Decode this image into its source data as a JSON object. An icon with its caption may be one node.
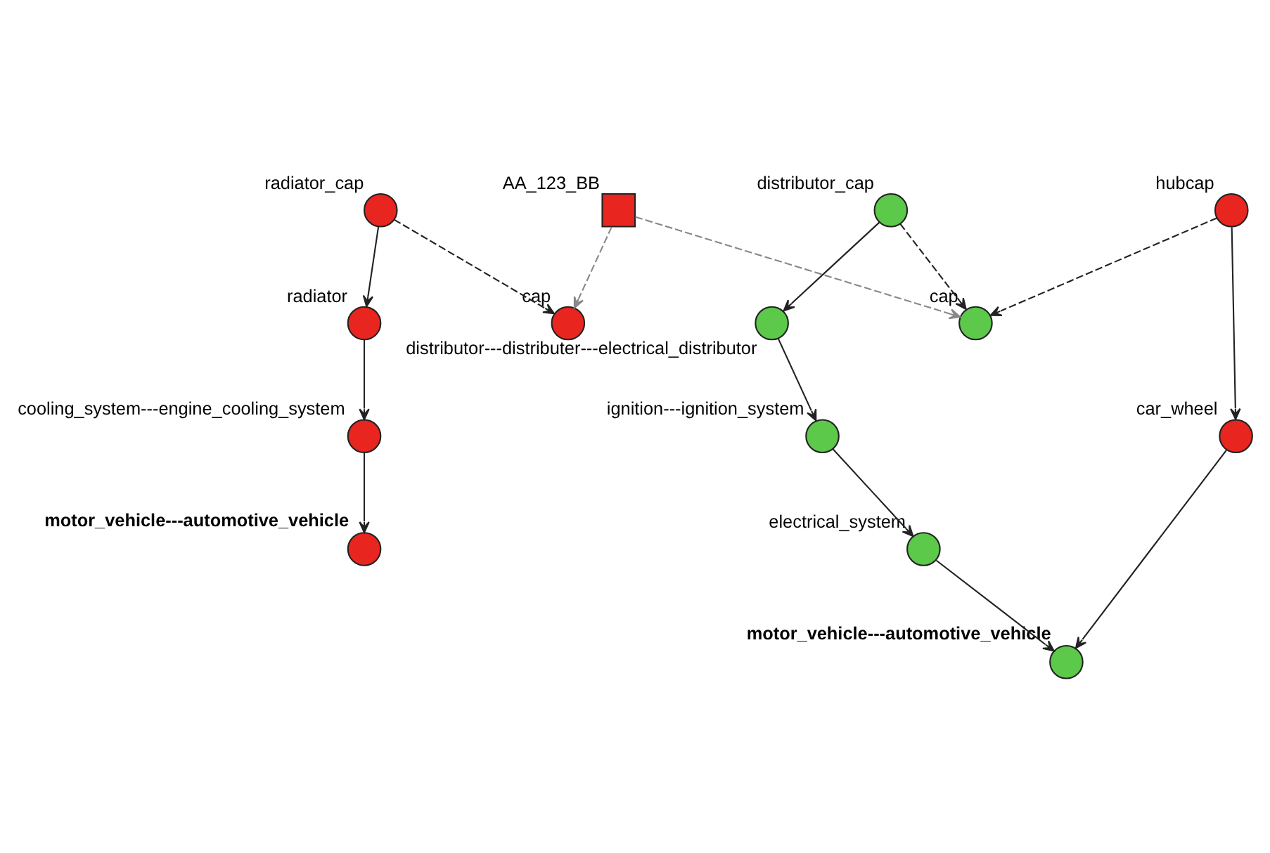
{
  "diagram": {
    "nodes": [
      {
        "text": [],
        "shape": "box",
        "beside": [
          "AA_123_BB"
        ]
      },
      {
        "text": [],
        "shape": "circle",
        "beside": [
          "cap"
        ]
      },
      {
        "text": [],
        "shape": "circle",
        "beside": [
          "radiator_cap"
        ]
      },
      {
        "text": [],
        "shape": "circle",
        "beside": [
          "radiator"
        ]
      },
      {
        "text": [],
        "shape": "circle",
        "beside": [
          "cooling_system---engine_cooling_system"
        ]
      },
      {
        "text": [],
        "shape": "circle",
        "beside": [
          "motor_vehicle---automotive_vehicle"
        ]
      },
      {
        "text": [],
        "shape": "circle",
        "beside": [
          "cap"
        ]
      },
      {
        "text": [],
        "shape": "circle",
        "beside": [
          "distributor_cap"
        ]
      },
      {
        "text": [],
        "shape": "circle",
        "beside": [
          "hubcap"
        ]
      },
      {
        "text": [],
        "shape": "circle",
        "beside": [
          "distributor---distributer---electrical_distributor"
        ]
      },
      {
        "text": [],
        "shape": "circle",
        "beside": [
          "car_wheel"
        ]
      },
      {
        "text": [],
        "shape": "circle",
        "beside": [
          "ignition---ignition_system"
        ]
      },
      {
        "text": [],
        "shape": "circle",
        "beside": [
          "electrical_system"
        ]
      },
      {
        "text": [],
        "shape": "circle",
        "beside": [
          "motor_vehicle---automotive_vehicle"
        ]
      }
    ],
    "edges": [
      {
        "from": 0,
        "to": 1,
        "arrow": "to",
        "style": "dashed",
        "color": "#888888"
      },
      {
        "from": 0,
        "to": 6,
        "arrow": "to",
        "style": "dashed",
        "color": "#888888"
      },
      {
        "from": 2,
        "to": 1,
        "arrow": "to",
        "style": "dashed"
      },
      {
        "from": 7,
        "to": 6,
        "arrow": "to",
        "style": "dashed"
      },
      {
        "from": 8,
        "to": 6,
        "arrow": "to",
        "style": "dashed"
      },
      {
        "from": 2,
        "to": 3,
        "arrow": "to"
      },
      {
        "from": 3,
        "to": 4,
        "arrow": "to"
      },
      {
        "from": 4,
        "to": 5,
        "arrow": "to"
      },
      {
        "from": 7,
        "to": 9,
        "arrow": "to"
      },
      {
        "from": 9,
        "to": 11,
        "arrow": "to"
      },
      {
        "from": 11,
        "to": 12,
        "arrow": "to"
      },
      {
        "from": 12,
        "to": 13,
        "arrow": "to"
      },
      {
        "from": 8,
        "to": 10,
        "arrow": "to"
      },
      {
        "from": 10,
        "to": 13,
        "arrow": "to"
      }
    ]
  }
}
